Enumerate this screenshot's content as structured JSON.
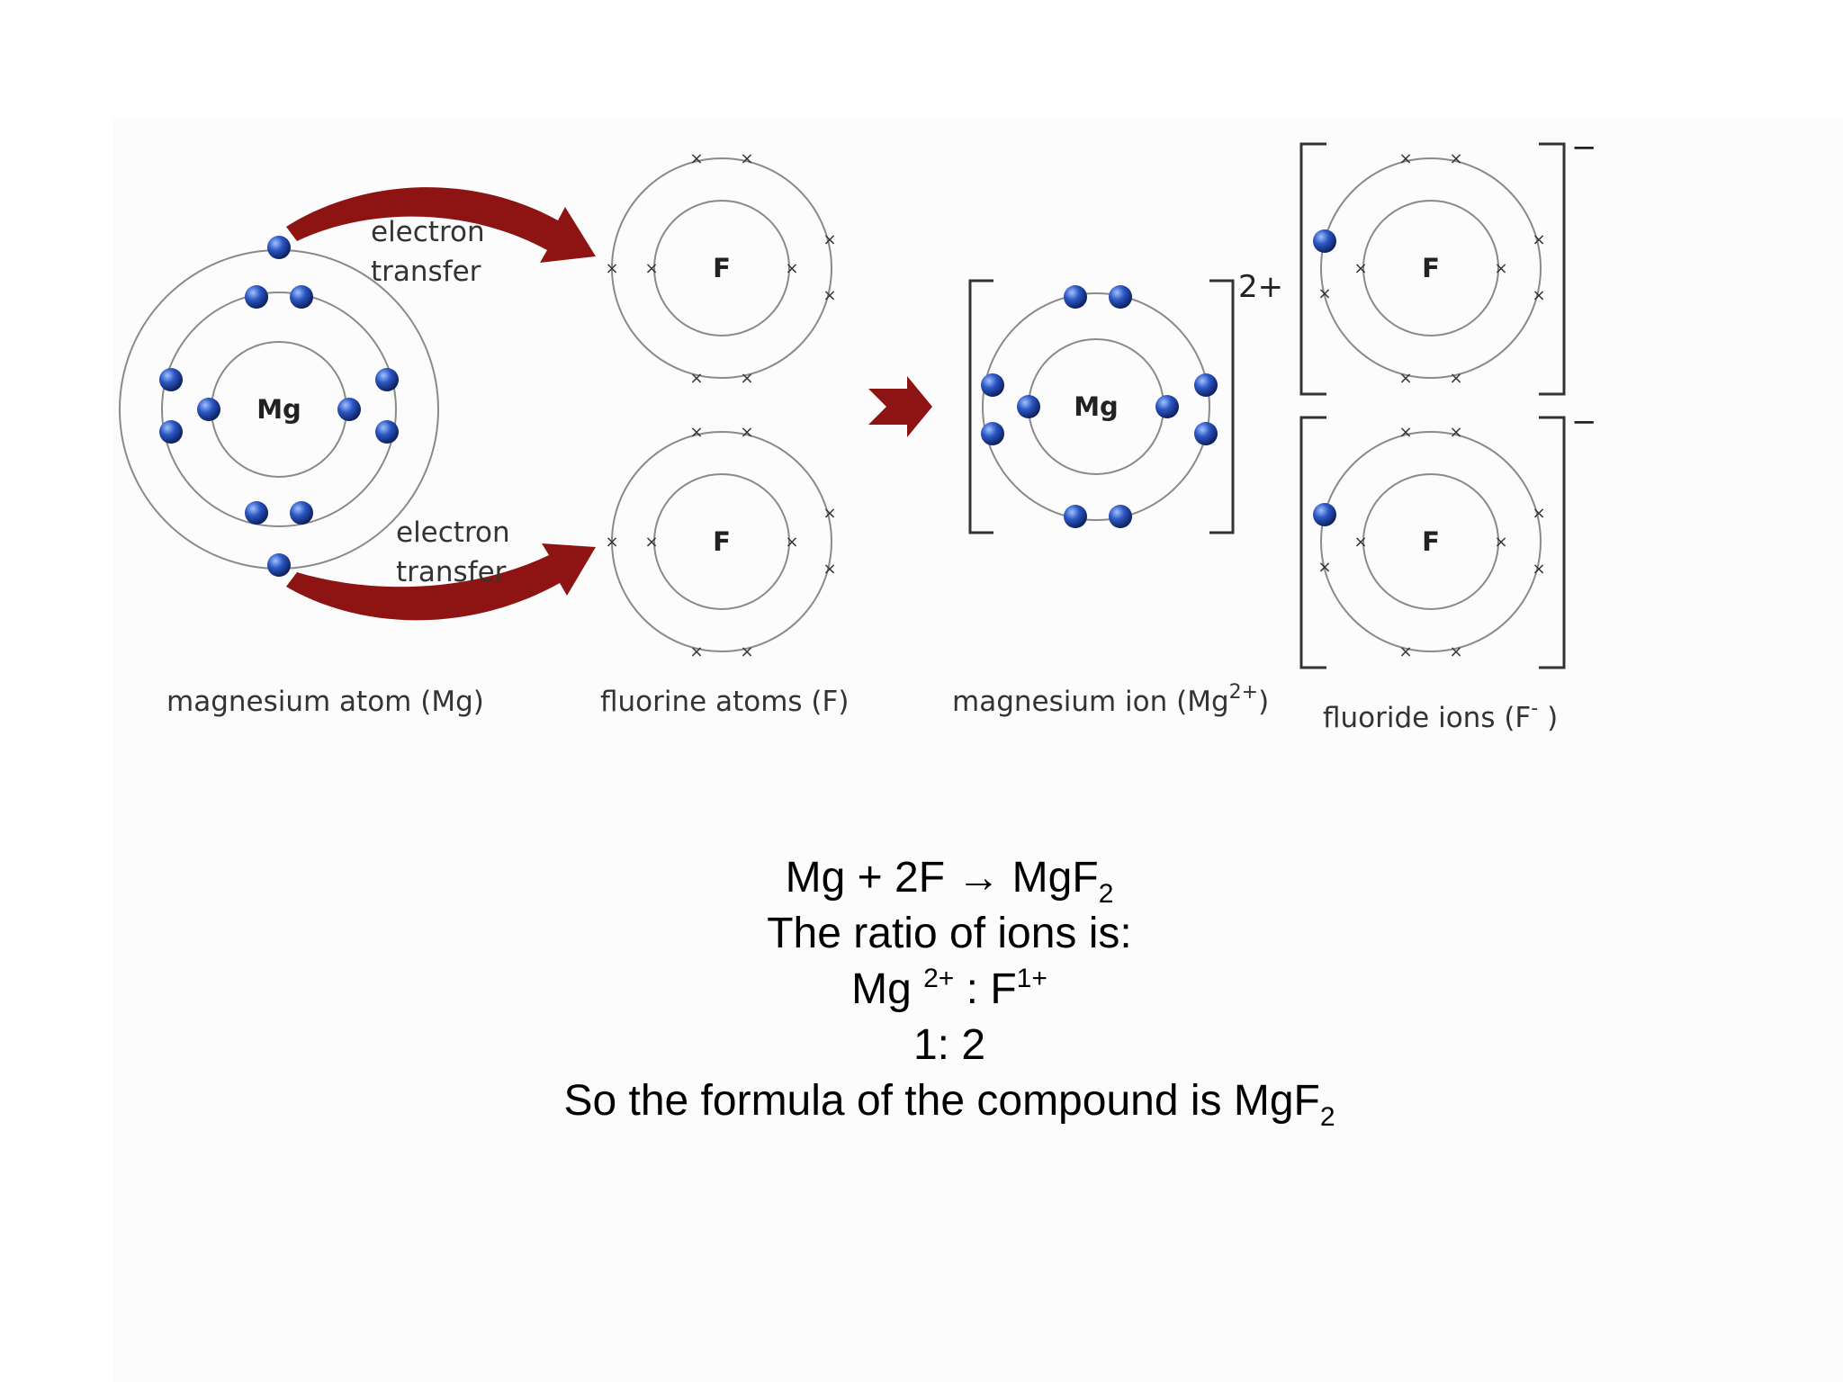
{
  "diagram": {
    "transfer_label_top": [
      "electron",
      "transfer"
    ],
    "transfer_label_bottom": [
      "electron",
      "transfer"
    ],
    "mg_symbol": "Mg",
    "f_symbol": "F",
    "mg_ion_charge": "2+",
    "f_ion_charge": "−",
    "captions": {
      "mg_atom": "magnesium atom (Mg)",
      "f_atoms": "fluorine atoms (F)",
      "mg_ion": "magnesium ion (Mg",
      "mg_ion_sup": "2+",
      "mg_ion_end": ")",
      "f_ions": "fluoride ions (F",
      "f_ions_sup": "-",
      "f_ions_end": " )"
    },
    "colors": {
      "arrow": "#8e1414",
      "electron": "#1f3f9a",
      "shell": "#7a7a7a"
    }
  },
  "equations": {
    "eq1_main": "Mg + 2F → MgF",
    "eq1_sub": "2",
    "ratio_intro": "The ratio of ions is:",
    "ratio_mg": "Mg ",
    "ratio_mg_sup": "2+",
    "ratio_sep": " : F",
    "ratio_f_sup": "1+",
    "ratio_value": "1: 2",
    "conclusion": "So the formula of the compound is MgF",
    "conclusion_sub": "2"
  }
}
